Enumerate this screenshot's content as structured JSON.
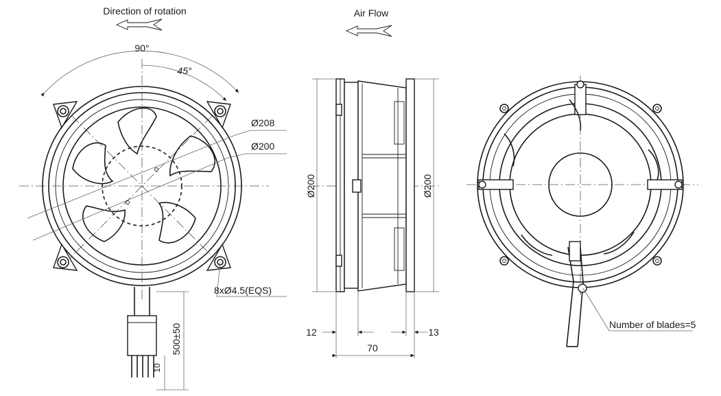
{
  "labels": {
    "direction_of_rotation": "Direction of rotation",
    "air_flow": "Air Flow",
    "angle_90": "90°",
    "angle_45": "45°",
    "dia_208": "Ø208",
    "dia_200_front": "Ø200",
    "mount_holes": "8xØ4.5(EQS)",
    "cable_length": "500±50",
    "lead_strip": "10",
    "side_dia_left": "Ø200",
    "side_dia_right": "Ø200",
    "dim_12": "12",
    "dim_13": "13",
    "dim_70": "70",
    "blades": "Number of blades=5"
  }
}
